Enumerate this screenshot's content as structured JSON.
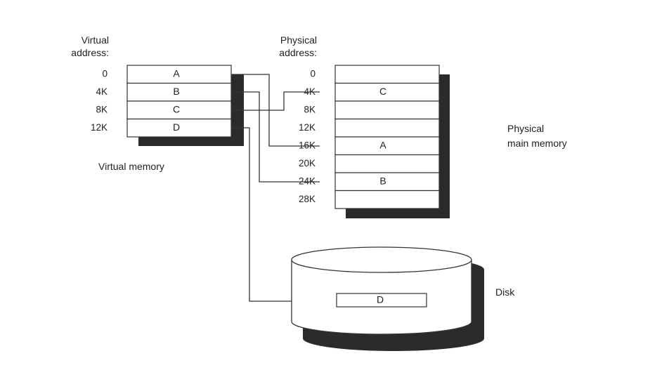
{
  "virtual": {
    "heading_line1": "Virtual",
    "heading_line2": "address:",
    "addresses": [
      "0",
      "4K",
      "8K",
      "12K"
    ],
    "pages": [
      "A",
      "B",
      "C",
      "D"
    ],
    "caption": "Virtual memory"
  },
  "physical": {
    "heading_line1": "Physical",
    "heading_line2": "address:",
    "addresses": [
      "0",
      "4K",
      "8K",
      "12K",
      "16K",
      "20K",
      "24K",
      "28K"
    ],
    "frames": [
      "",
      "C",
      "",
      "",
      "A",
      "",
      "B",
      ""
    ],
    "caption_line1": "Physical",
    "caption_line2": "main memory"
  },
  "disk": {
    "label": "Disk",
    "page": "D"
  }
}
